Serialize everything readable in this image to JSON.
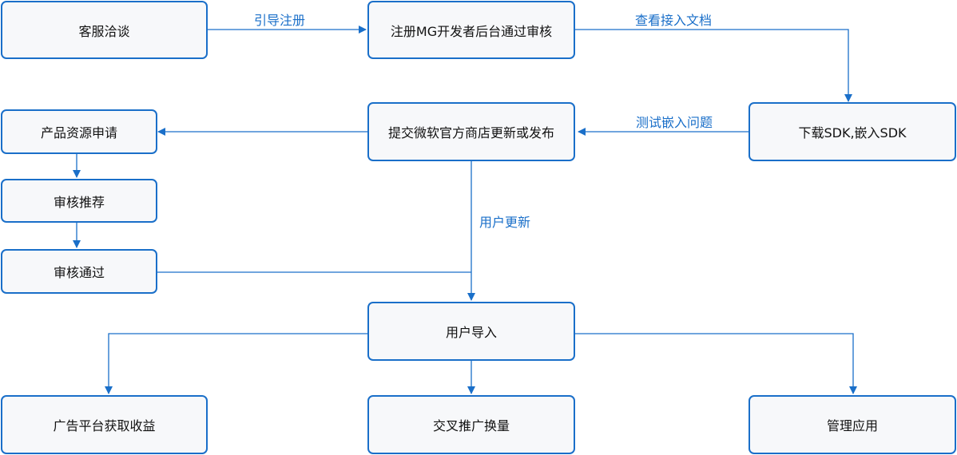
{
  "nodes": {
    "customer_service": "客服洽谈",
    "register_mg": "注册MG开发者后台通过审核",
    "download_sdk": "下载SDK,嵌入SDK",
    "submit_store": "提交微软官方商店更新或发布",
    "product_apply": "产品资源申请",
    "review_recommend": "审核推荐",
    "review_pass": "审核通过",
    "user_import": "用户导入",
    "ad_platform": "广告平台获取收益",
    "cross_promo": "交叉推广换量",
    "manage_app": "管理应用"
  },
  "edges": {
    "guide_register": "引导注册",
    "view_docs": "查看接入文档",
    "test_issues": "测试嵌入问题",
    "user_update": "用户更新"
  },
  "colors": {
    "accent": "#1a6fc9",
    "node_fill": "#f7f8fa",
    "text": "#111111"
  }
}
